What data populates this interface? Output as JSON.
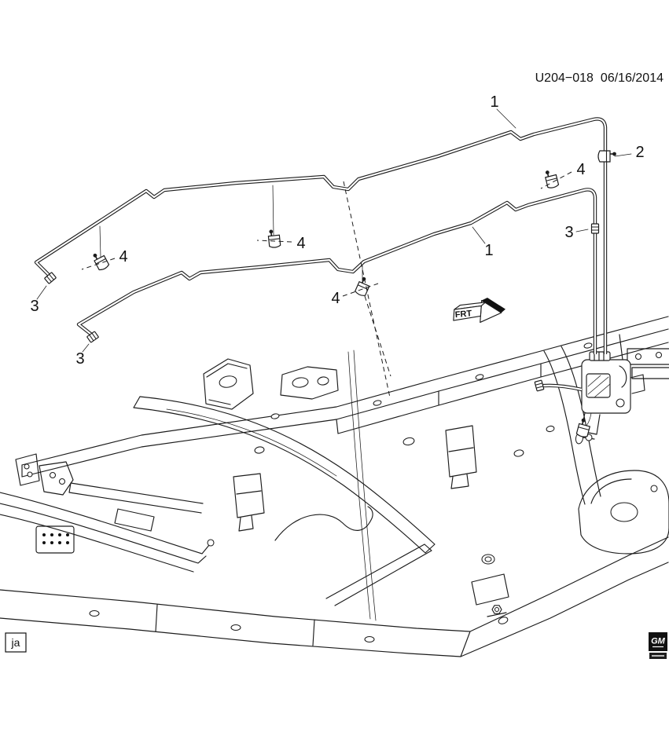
{
  "header": {
    "drawing_number": "U204−018",
    "date": "06/16/2014"
  },
  "diagram": {
    "frt_label": "FRT",
    "callouts": [
      {
        "name": "rear-brake-pipe",
        "label": "1"
      },
      {
        "name": "clip-top-right",
        "label": "2"
      },
      {
        "name": "clip-right",
        "label": "4"
      },
      {
        "name": "front-brake-pipe",
        "label": "1"
      },
      {
        "name": "fitting-right",
        "label": "3"
      },
      {
        "name": "clip-center",
        "label": "4"
      },
      {
        "name": "clip-left",
        "label": "4"
      },
      {
        "name": "fitting-far-left",
        "label": "3"
      },
      {
        "name": "clip-center-low",
        "label": "4"
      },
      {
        "name": "fitting-lower-left",
        "label": "3"
      }
    ]
  },
  "footer": {
    "page_code": "ja",
    "logo_text": "GM"
  },
  "colors": {
    "line": "#1c1c1c",
    "background": "#ffffff"
  }
}
